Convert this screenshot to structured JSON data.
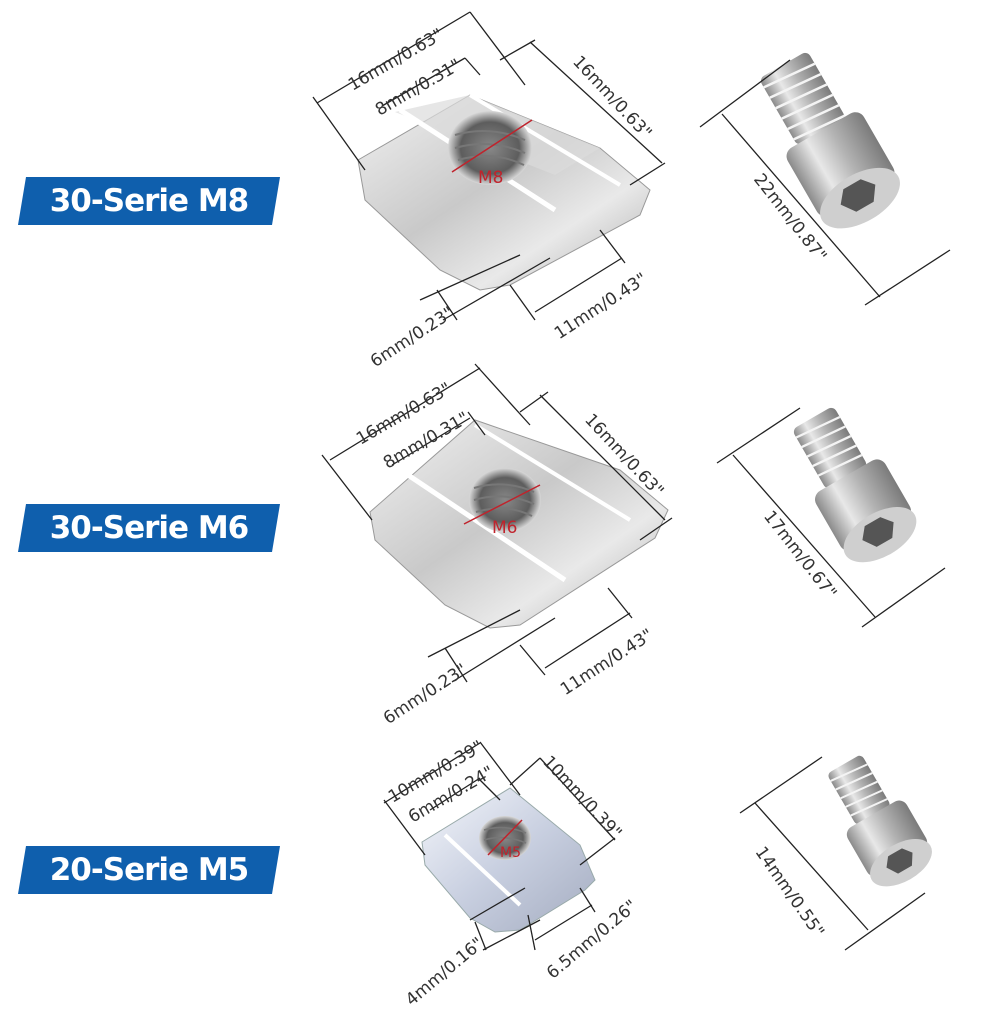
{
  "colors": {
    "banner": "#0f5fad",
    "banner_text": "#ffffff",
    "dim_line": "#222222",
    "thread_label": "#c0232c"
  },
  "products": [
    {
      "label": "30-Serie M8",
      "thread": "M8",
      "nut_dims": {
        "top_width": "16mm/0.63\"",
        "slot_width": "8mm/0.31\"",
        "length": "16mm/0.63\"",
        "height": "6mm/0.23\"",
        "base": "11mm/0.43\""
      },
      "bolt_length": "22mm/0.87\""
    },
    {
      "label": "30-Serie M6",
      "thread": "M6",
      "nut_dims": {
        "top_width": "16mm/0.63\"",
        "slot_width": "8mm/0.31\"",
        "length": "16mm/0.63\"",
        "height": "6mm/0.23\"",
        "base": "11mm/0.43\""
      },
      "bolt_length": "17mm/0.67\""
    },
    {
      "label": "20-Serie M5",
      "thread": "M5",
      "nut_dims": {
        "top_width": "10mm/0.39\"",
        "slot_width": "6mm/0.24\"",
        "length": "10mm/0.39\"",
        "height": "4mm/0.16\"",
        "base": "6.5mm/0.26\""
      },
      "bolt_length": "14mm/0.55\""
    }
  ]
}
